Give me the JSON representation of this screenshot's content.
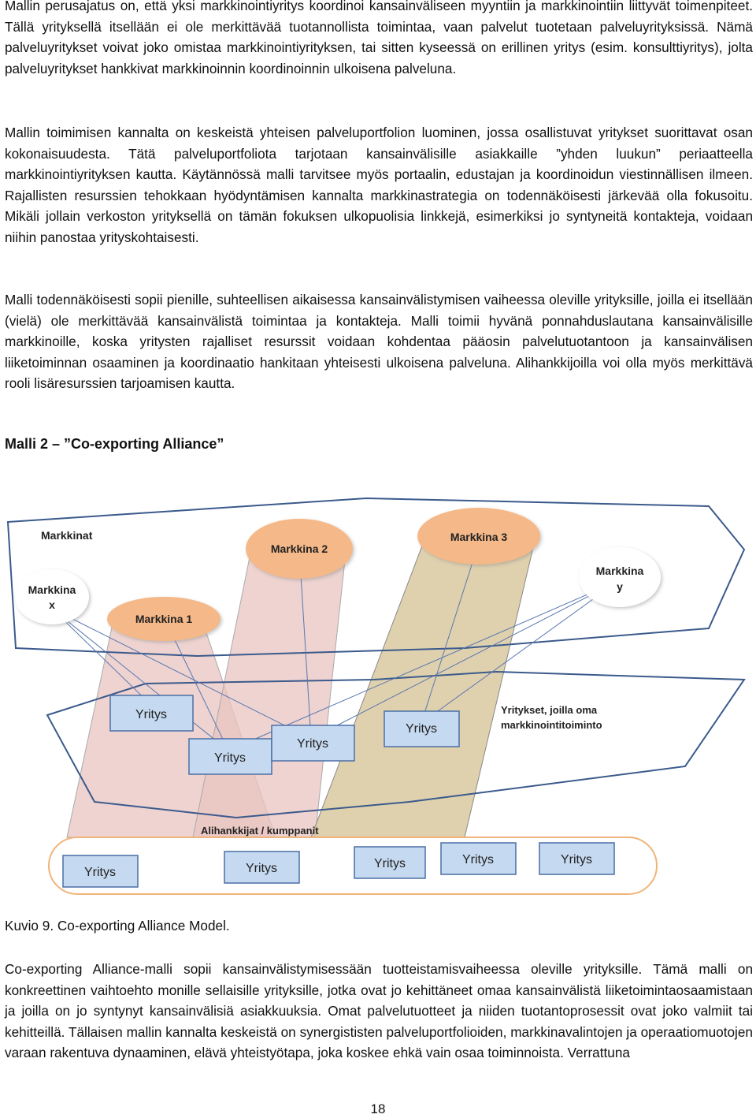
{
  "paragraphs": {
    "p1": "Mallin perusajatus on, että yksi markkinointiyritys koordinoi kansainväliseen myyntiin ja markkinointiin liittyvät toimenpiteet. Tällä yrityksellä itsellään ei ole merkittävää tuotannollista toimintaa, vaan palvelut tuotetaan palveluyrityksissä. Nämä palveluyritykset voivat joko omistaa markkinointiyrityksen, tai sitten kyseessä on erillinen yritys (esim. konsulttiyritys), jolta palveluyritykset hankkivat markkinoinnin koordinoinnin ulkoisena palveluna.",
    "p2": "Mallin toimimisen kannalta on keskeistä yhteisen palveluportfolion luominen, jossa osallistuvat yritykset suorittavat osan kokonaisuudesta. Tätä palveluportfoliota tarjotaan kansainvälisille asiakkaille ”yhden luukun” periaatteella markkinointiyrityksen kautta. Käytännössä malli tarvitsee myös portaalin, edustajan ja koordinoidun viestinnällisen ilmeen. Rajallisten resurssien tehokkaan hyödyntämisen kannalta markkinastrategia on todennäköisesti järkevää olla fokusoitu. Mikäli jollain verkoston yrityksellä on tämän fokuksen ulkopuolisia linkkejä, esimerkiksi jo syntyneitä kontakteja, voidaan niihin panostaa yrityskohtaisesti.",
    "p3": "Malli todennäköisesti sopii pienille, suhteellisen aikaisessa kansainvälistymisen vaiheessa oleville yrityksille, joilla ei itsellään (vielä) ole merkittävää kansainvälistä toimintaa ja kontakteja. Malli toimii hyvänä ponnahduslautana kansainvälisille markkinoille, koska yritysten rajalliset resurssit voidaan kohdentaa pääosin palvelutuotantoon ja kansainvälisen liiketoiminnan osaaminen ja koordinaatio hankitaan yhteisesti ulkoisena palveluna. Alihankkijoilla voi olla myös merkittävä rooli lisäresurssien tarjoamisen kautta.",
    "p4": "Co-exporting Alliance-malli sopii kansainvälistymisessään tuotteistamisvaiheessa oleville yrityksille. Tämä malli on konkreettinen vaihtoehto monille sellaisille yrityksille, jotka ovat jo kehittäneet omaa kansainvälistä liiketoimintaosaamistaan ja joilla on jo syntynyt kansainvälisiä asiakkuuksia. Omat palvelutuotteet ja niiden tuotantoprosessit ovat joko valmiit tai kehitteillä. Tällaisen mallin kannalta keskeistä on synergististen palveluportfolioiden, markkinavalintojen ja operaatiomuotojen varaan rakentuva dynaaminen, elävä yhteistyötapa, joka koskee ehkä vain osaa toiminnoista. Verrattuna"
  },
  "heading": "Malli 2 – ”Co-exporting Alliance”",
  "caption": "Kuvio 9. Co-exporting Alliance Model.",
  "page_number": "18",
  "diagram": {
    "markets_label": "Markkinat",
    "market_x": [
      "Markkina",
      "x"
    ],
    "market_1": "Markkina 1",
    "market_2": "Markkina 2",
    "market_3": "Markkina 3",
    "market_y": [
      "Markkina",
      "y"
    ],
    "companies_label": [
      "Yritykset, joilla oma",
      "markkinointitoimintо"
    ],
    "company": "Yritys",
    "subcontractors_label": "Alihankkijat / kumppanit",
    "colors": {
      "market_fill": "#f5b888",
      "funnel_pink": "#e8c4c0",
      "funnel_tan": "#d9c9a0",
      "company_fill": "#c5d9f0",
      "company_stroke": "#4a6fa5",
      "frame_stroke": "#3b5a8c",
      "subcontractor_stroke": "#f0b47a"
    }
  }
}
